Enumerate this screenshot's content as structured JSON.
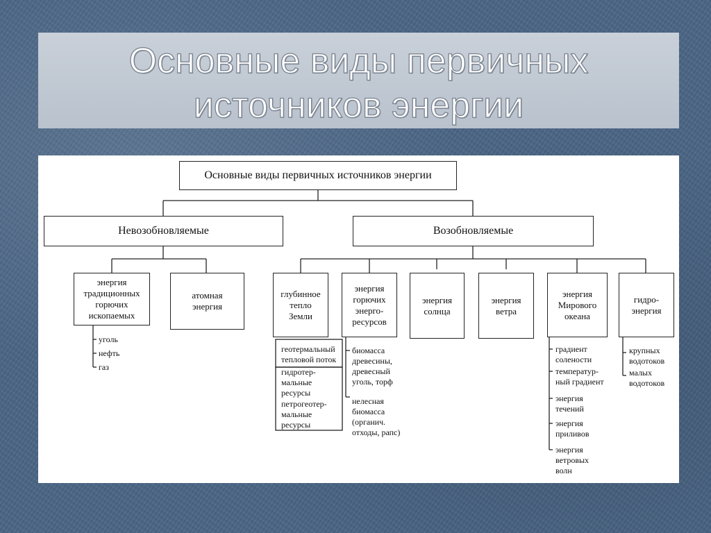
{
  "slide": {
    "title": "Основные виды первичных\nисточников энергии"
  },
  "diagram": {
    "root": "Основные виды  первичных  источников энергии",
    "nonrenewable": {
      "label": "Невозобновляемые",
      "children": [
        {
          "label": "энергия\nтрадиционных\nгорючих\nископаемых",
          "items": [
            "уголь",
            "нефть",
            "газ"
          ]
        },
        {
          "label": "атомная\nэнергия",
          "items": []
        }
      ]
    },
    "renewable": {
      "label": "Возобновляемые",
      "children": [
        {
          "label": "глубинное\nтепло\nЗемли",
          "items": [
            "геотермальный\nтепловой поток",
            "гидротер-\nмальные\nресурсы",
            "петрогеотер-\nмальные\nресурсы"
          ]
        },
        {
          "label": "энергия\nгорючих\nэнерго-\nресурсов",
          "items": [
            "биомасса\nдревесины,\nдревесный\nуголь, торф",
            "нелесная\nбиомасса\n(органич.\nотходы, рапс)"
          ]
        },
        {
          "label": "энергия\nсолнца",
          "items": []
        },
        {
          "label": "энергия\nветра",
          "items": []
        },
        {
          "label": "энергия\nМирового\nокеана",
          "items": [
            "градиент\nсолености",
            "температур-\nный градиент",
            "энергия\nтечений",
            "энергия\nприливов",
            "энергия\nветровых\nволн"
          ]
        },
        {
          "label": "гидро-\nэнергия",
          "items": [
            "крупных\nводотоков",
            "малых\nводотоков"
          ]
        }
      ]
    }
  }
}
